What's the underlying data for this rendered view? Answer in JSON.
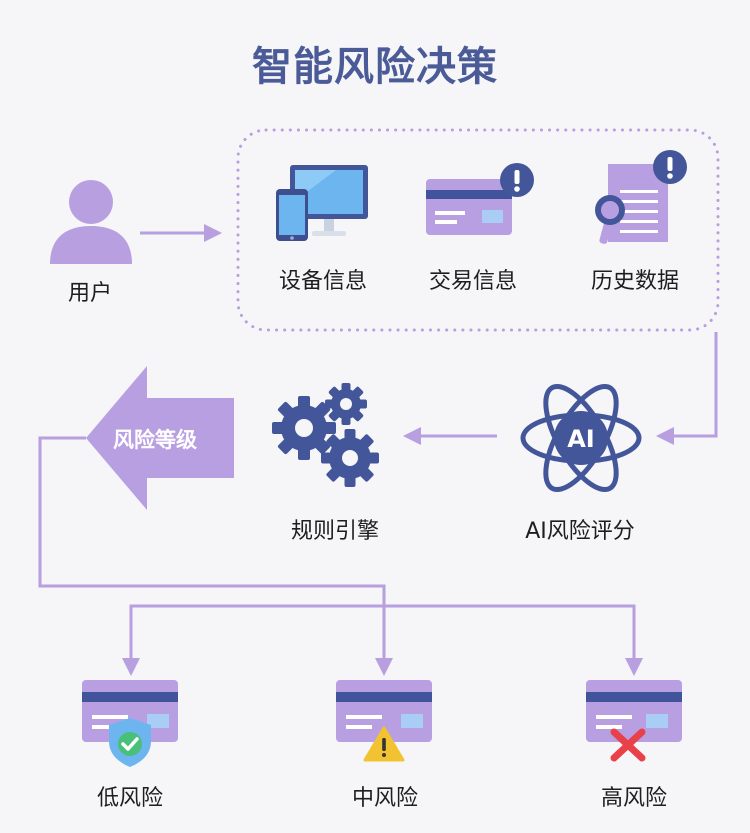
{
  "title": "智能风险决策",
  "user_label": "用户",
  "sources": [
    {
      "label": "设备信息"
    },
    {
      "label": "交易信息"
    },
    {
      "label": "历史数据"
    }
  ],
  "ai": {
    "badge": "AI",
    "label": "AI风险评分"
  },
  "rules": {
    "label": "规则引擎"
  },
  "risk_level": {
    "label": "风险等级"
  },
  "outcomes": [
    {
      "label": "低风险"
    },
    {
      "label": "中风险"
    },
    {
      "label": "高风险"
    }
  ],
  "colors": {
    "title": "#4a5b98",
    "lavender": "#b79fe0",
    "navy": "#44569a",
    "card": "#b89fe2",
    "card_stripe": "#41539a",
    "card_chip": "#a9cdf4",
    "ok_green": "#49c07a",
    "warn_yellow": "#f2c230",
    "bad_red": "#e8414a"
  },
  "icons": {
    "user": "user-icon",
    "device": "devices-icon",
    "transaction": "card-alert-icon",
    "history": "document-search-icon",
    "rules": "gears-icon",
    "ai": "atom-ai-icon",
    "low": "card-shield-check-icon",
    "mid": "card-warning-icon",
    "high": "card-x-icon"
  }
}
